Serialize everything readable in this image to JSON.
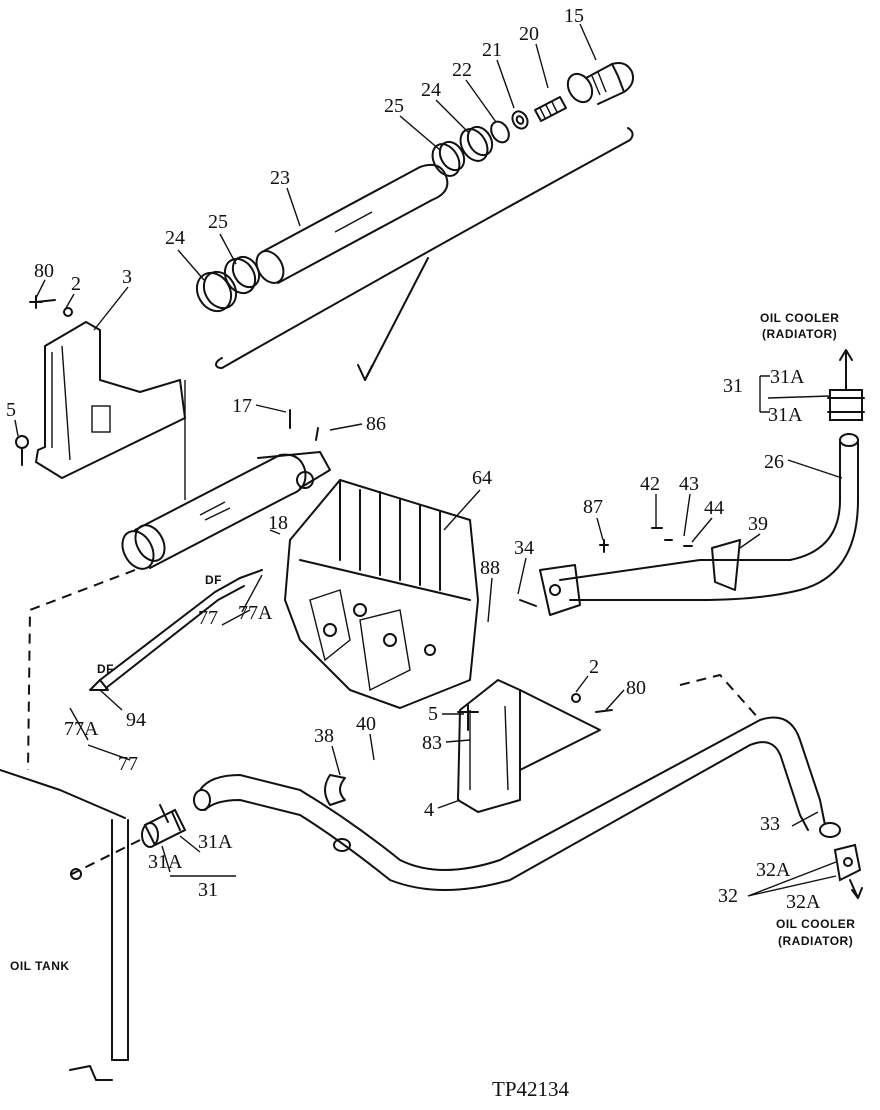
{
  "figure_id": "TP42134",
  "notes": {
    "oil_cooler_top_line1": "OIL COOLER",
    "oil_cooler_top_line2": "(RADIATOR)",
    "oil_cooler_bottom_line1": "OIL COOLER",
    "oil_cooler_bottom_line2": "(RADIATOR)",
    "oil_tank": "OIL TANK",
    "df_upper": "DF",
    "df_lower": "DF"
  },
  "callouts": {
    "c15": "15",
    "c20": "20",
    "c21": "21",
    "c22": "22",
    "c24_top": "24",
    "c25_top": "25",
    "c23": "23",
    "c24_left": "24",
    "c25_left": "25",
    "c80_top": "80",
    "c2_top": "2",
    "c3": "3",
    "c5_left": "5",
    "c17": "17",
    "c86": "86",
    "c18": "18",
    "c64": "64",
    "c31_top": "31",
    "c31a_top1": "31A",
    "c31a_top2": "31A",
    "c26": "26",
    "c42": "42",
    "c43": "43",
    "c44": "44",
    "c39": "39",
    "c87": "87",
    "c34": "34",
    "c88": "88",
    "c77a_mid": "77A",
    "c77_mid": "77",
    "c94": "94",
    "c77a_low": "77A",
    "c77_low": "77",
    "c2_mid": "2",
    "c80_mid": "80",
    "c5_mid": "5",
    "c83": "83",
    "c4": "4",
    "c38": "38",
    "c40": "40",
    "c33": "33",
    "c31a_low1": "31A",
    "c31a_low2": "31A",
    "c31_low": "31",
    "c32a_1": "32A",
    "c32a_2": "32A",
    "c32": "32"
  }
}
